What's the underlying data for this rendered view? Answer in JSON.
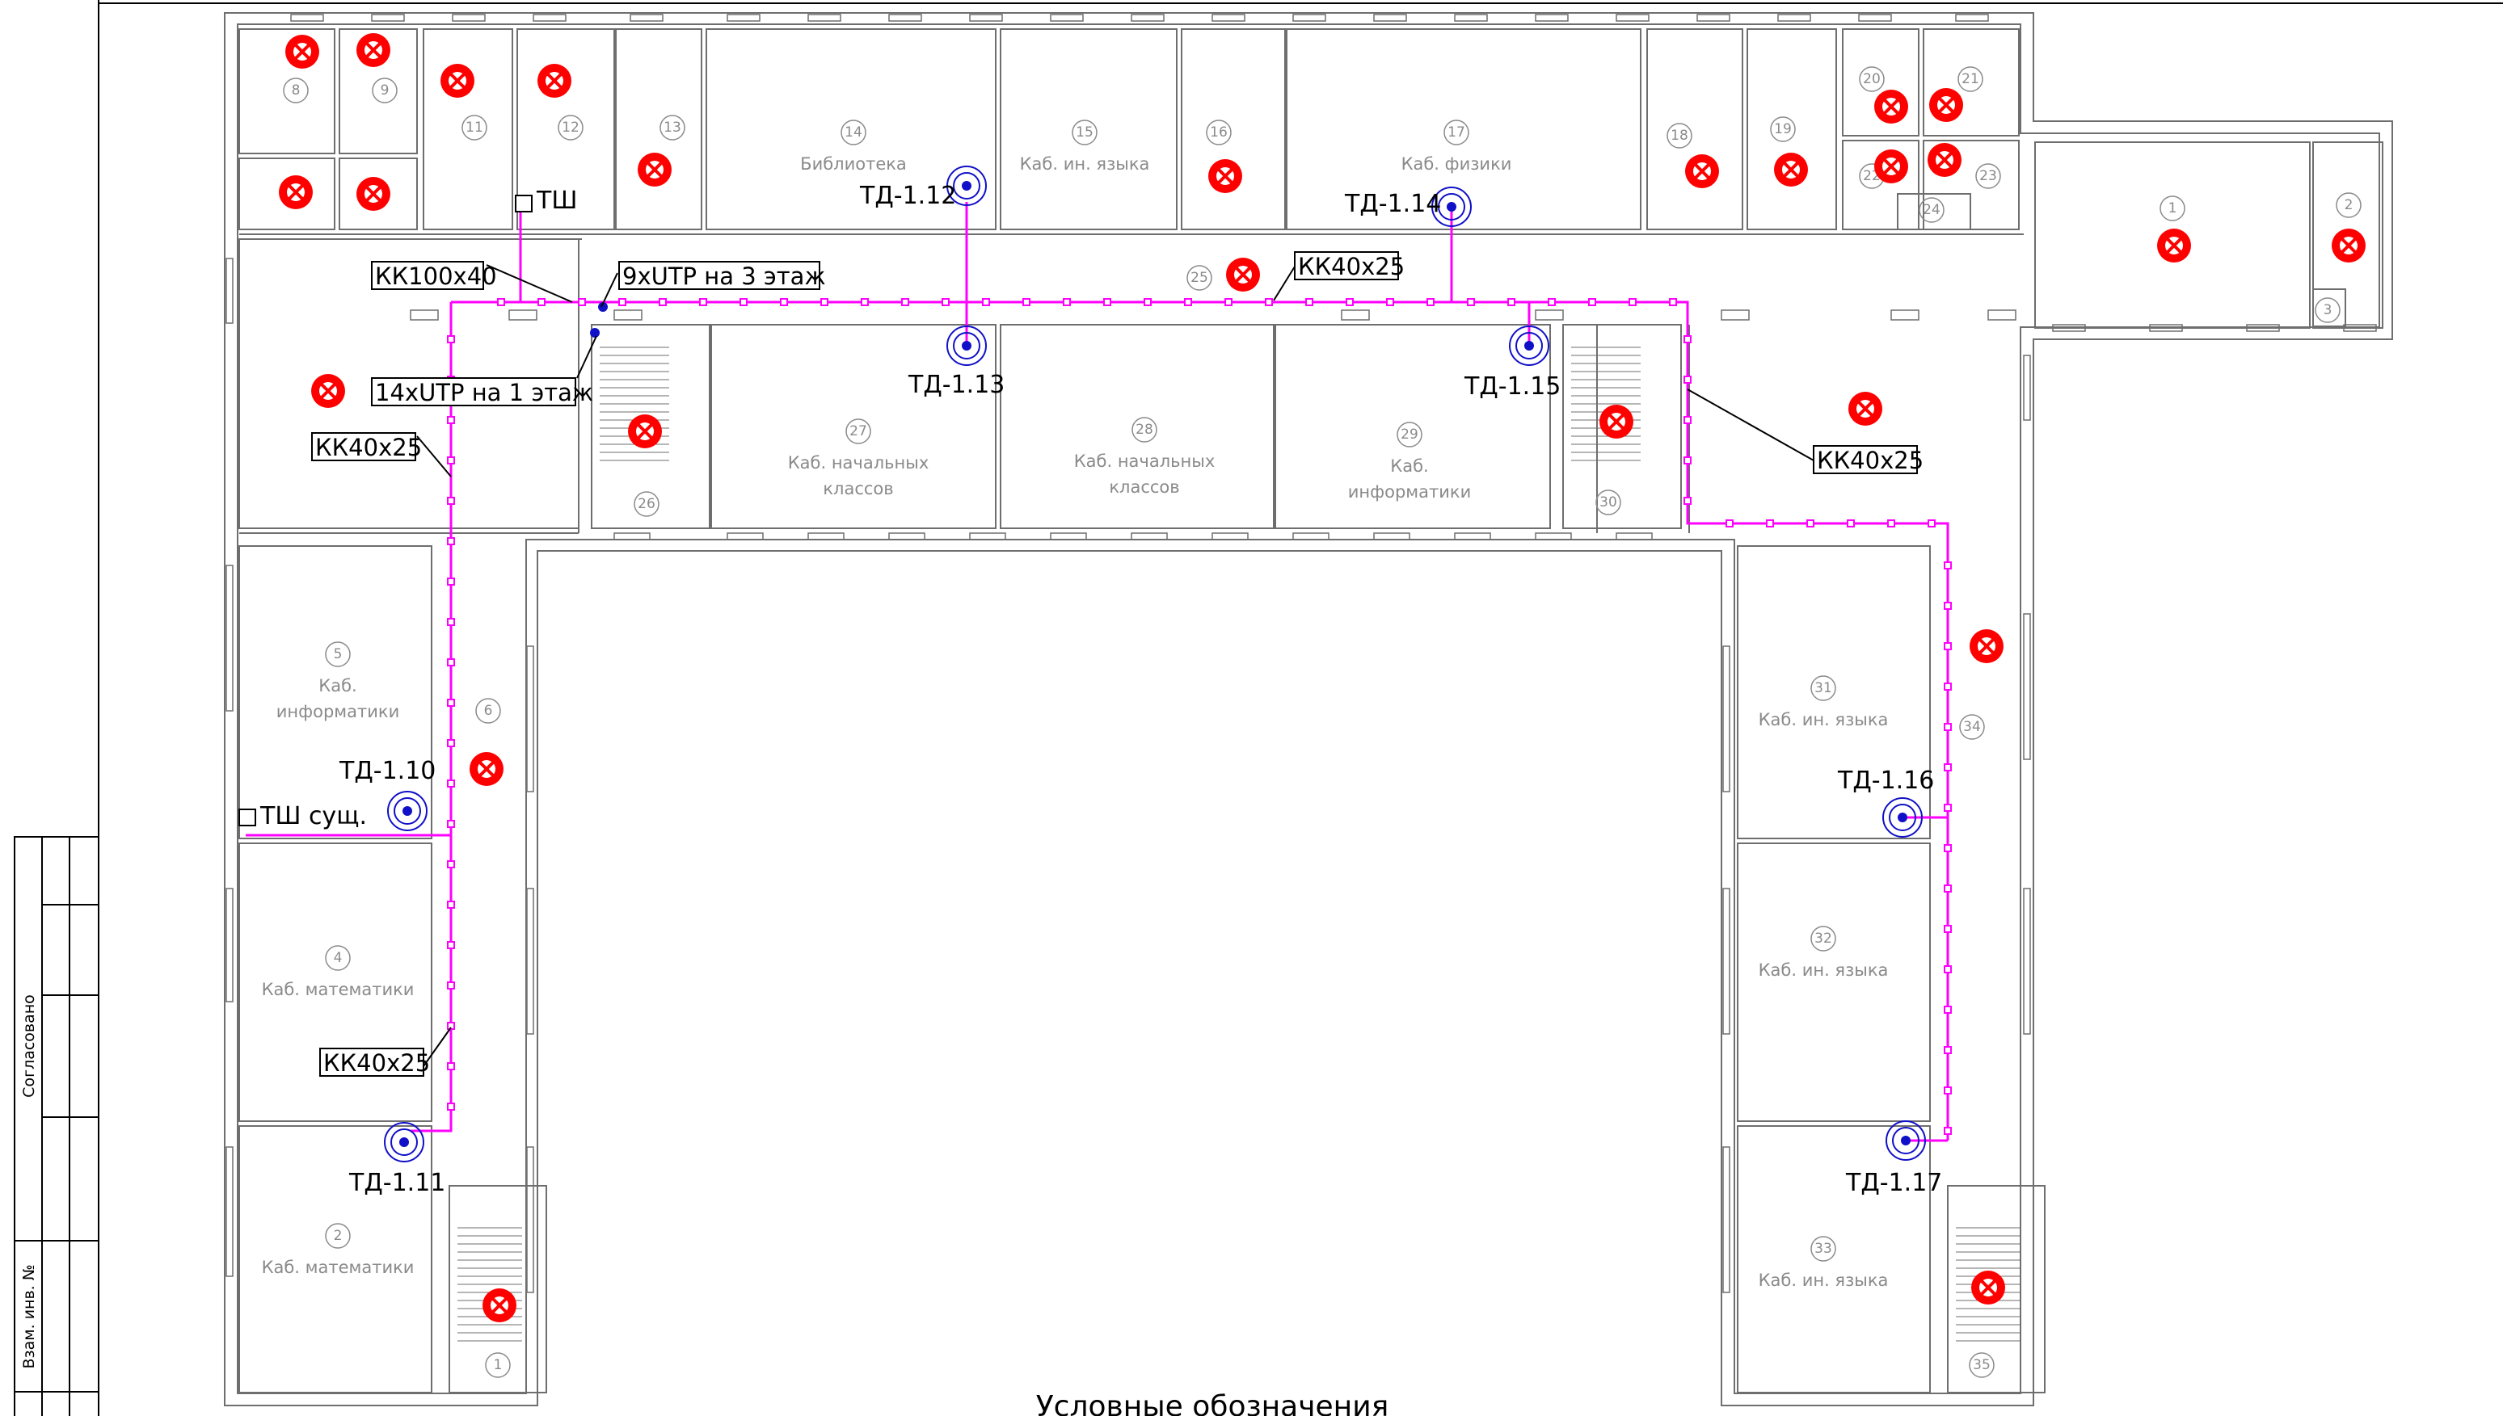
{
  "side_stamp": {
    "agreed": "Согласовано",
    "replaced_inv": "Взам. инв. №"
  },
  "rooms": [
    {
      "id": "r8",
      "num": "8"
    },
    {
      "id": "r9",
      "num": "9"
    },
    {
      "id": "r11",
      "num": "11"
    },
    {
      "id": "r12",
      "num": "12"
    },
    {
      "id": "r13",
      "num": "13"
    },
    {
      "id": "r14",
      "num": "14",
      "name": [
        "Библиотека"
      ]
    },
    {
      "id": "r15",
      "num": "15",
      "name": [
        "Каб. ин. языка"
      ]
    },
    {
      "id": "r16",
      "num": "16"
    },
    {
      "id": "r17",
      "num": "17",
      "name": [
        "Каб. физики"
      ]
    },
    {
      "id": "r18",
      "num": "18"
    },
    {
      "id": "r19",
      "num": "19"
    },
    {
      "id": "r20",
      "num": "20"
    },
    {
      "id": "r21",
      "num": "21"
    },
    {
      "id": "r22",
      "num": "22"
    },
    {
      "id": "r23",
      "num": "23"
    },
    {
      "id": "r24",
      "num": "24"
    },
    {
      "id": "r25",
      "num": "25"
    },
    {
      "id": "r26",
      "num": "26"
    },
    {
      "id": "r27",
      "num": "27",
      "name": [
        "Каб. начальных",
        "классов"
      ]
    },
    {
      "id": "r28",
      "num": "28",
      "name": [
        "Каб. начальных",
        "классов"
      ]
    },
    {
      "id": "r29",
      "num": "29",
      "name": [
        "Каб.",
        "информатики"
      ]
    },
    {
      "id": "r30",
      "num": "30"
    },
    {
      "id": "r1e",
      "num": "1"
    },
    {
      "id": "r2e",
      "num": "2"
    },
    {
      "id": "r3e",
      "num": "3"
    },
    {
      "id": "r5",
      "num": "5",
      "name": [
        "Каб.",
        "информатики"
      ]
    },
    {
      "id": "r6",
      "num": "6"
    },
    {
      "id": "r4",
      "num": "4",
      "name": [
        "Каб. математики"
      ]
    },
    {
      "id": "r2",
      "num": "2",
      "name": [
        "Каб. математики"
      ]
    },
    {
      "id": "r1",
      "num": "1"
    },
    {
      "id": "r31",
      "num": "31",
      "name": [
        "Каб. ин. языка"
      ]
    },
    {
      "id": "r34",
      "num": "34"
    },
    {
      "id": "r32",
      "num": "32",
      "name": [
        "Каб. ин. языка"
      ]
    },
    {
      "id": "r33",
      "num": "33",
      "name": [
        "Каб. ин. языка"
      ]
    },
    {
      "id": "r35",
      "num": "35"
    }
  ],
  "access_points": [
    {
      "id": "ap12",
      "label": "ТД-1.12"
    },
    {
      "id": "ap13",
      "label": "ТД-1.13"
    },
    {
      "id": "ap14",
      "label": "ТД-1.14"
    },
    {
      "id": "ap15",
      "label": "ТД-1.15"
    },
    {
      "id": "ap10",
      "label": "ТД-1.10"
    },
    {
      "id": "ap11",
      "label": "ТД-1.11"
    },
    {
      "id": "ap16",
      "label": "ТД-1.16"
    },
    {
      "id": "ap17",
      "label": "ТД-1.17"
    }
  ],
  "cable_labels": [
    {
      "id": "kk100",
      "text": "КК100х40"
    },
    {
      "id": "utp3",
      "text": "9хUTP на 3 этаж"
    },
    {
      "id": "utp1",
      "text": "14хUTP на 1 этаж"
    },
    {
      "id": "kk40a",
      "text": "КК40х25"
    },
    {
      "id": "kk40b",
      "text": "КК40х25"
    },
    {
      "id": "kk40c",
      "text": "КК40х25"
    },
    {
      "id": "kk40d",
      "text": "КК40х25"
    }
  ],
  "cabinets": [
    {
      "id": "tsh",
      "label": "ТШ"
    },
    {
      "id": "tsh_exist",
      "label": "ТШ сущ."
    }
  ],
  "legend_title": "Условные обозначения",
  "colors": {
    "wall": "#6e6e6e",
    "cable": "#ff00ff",
    "ap": "#1010c8",
    "marker": "#ff0000"
  },
  "symbols": {
    "marker": "crossed-circle-icon",
    "ap": "wifi-access-point-icon"
  }
}
